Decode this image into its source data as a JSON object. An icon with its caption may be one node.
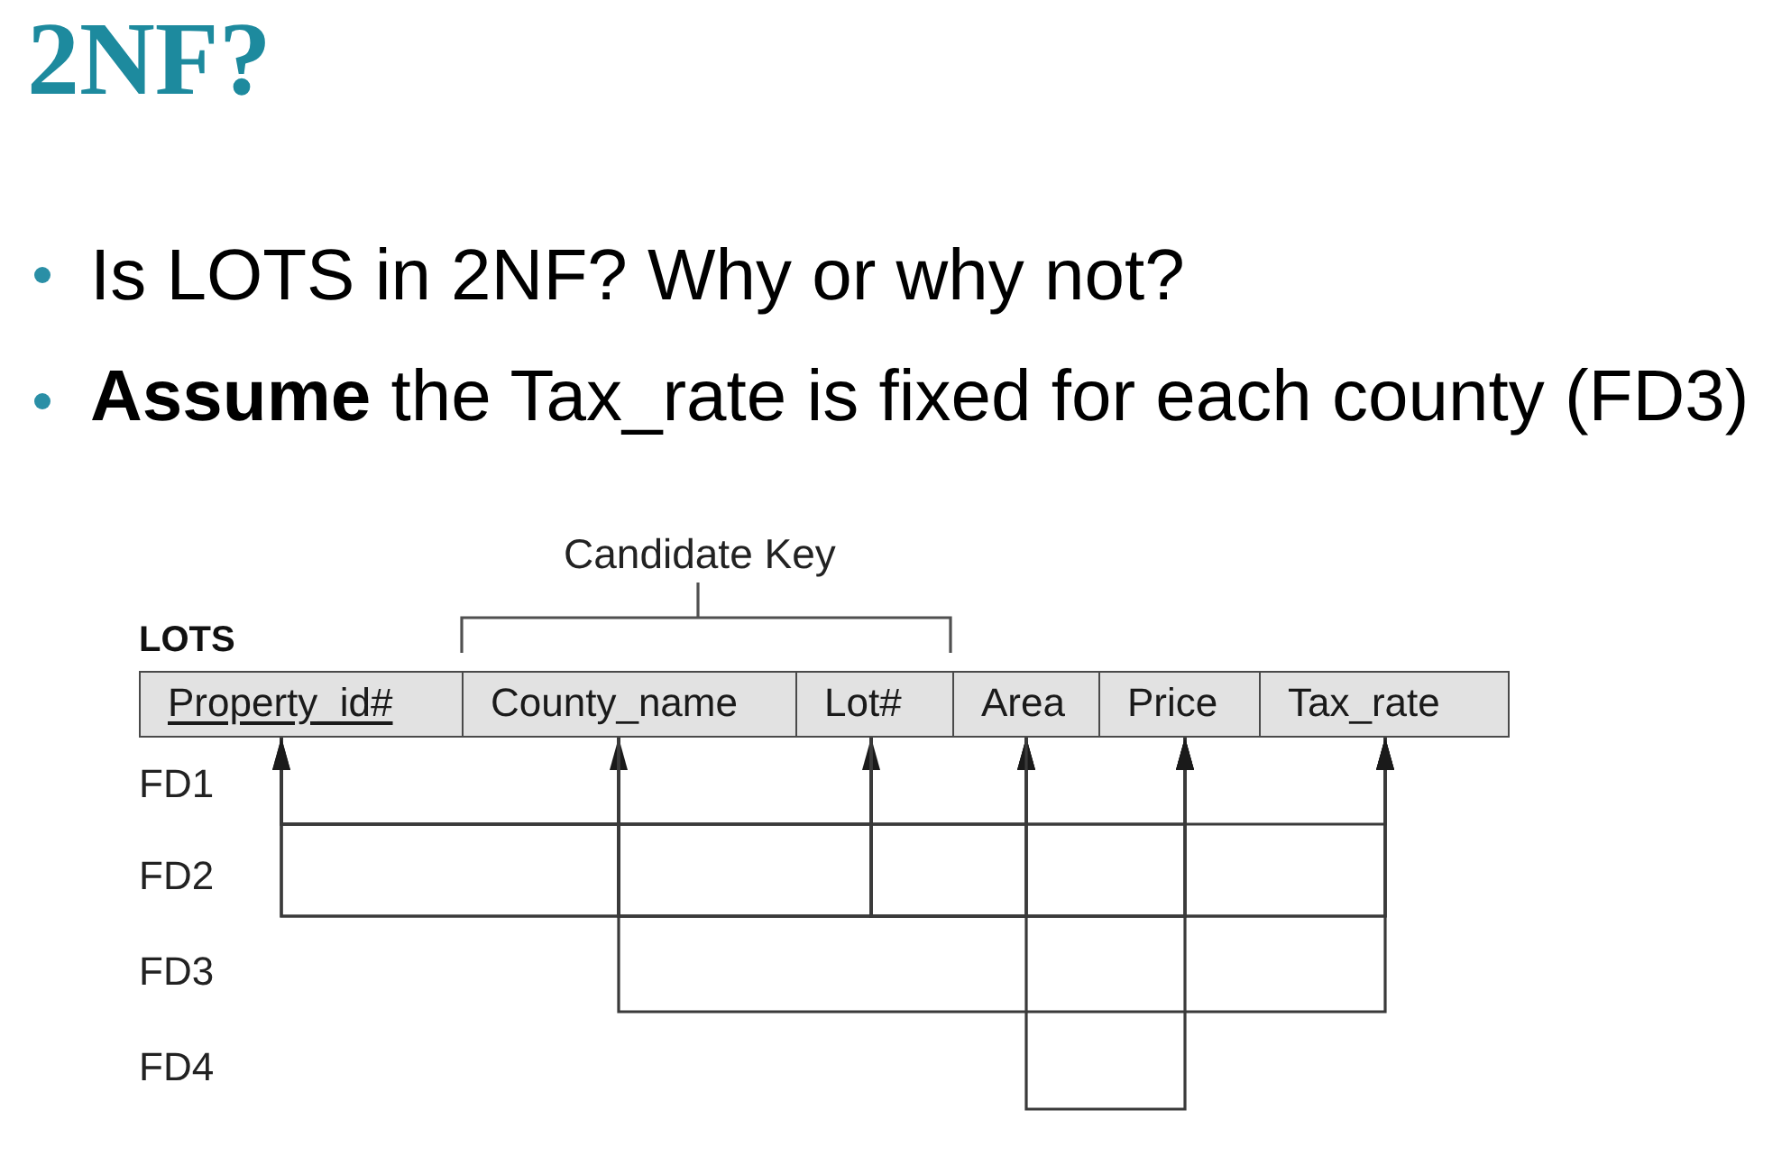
{
  "diagram": {
    "title": "2NF?",
    "nodes": [
      {
        "text": [
          "Property_id#"
        ]
      },
      {
        "text": [
          "County_name"
        ]
      },
      {
        "text": [
          "Lot#"
        ]
      },
      {
        "text": [
          "Area"
        ]
      },
      {
        "text": [
          "Price"
        ]
      },
      {
        "text": [
          "Tax_rate"
        ]
      }
    ],
    "edges": [
      {
        "from": 0,
        "to": 1,
        "arrow": "to"
      },
      {
        "from": 0,
        "to": 2,
        "arrow": "to"
      },
      {
        "from": 0,
        "to": 3,
        "arrow": "to"
      },
      {
        "from": 0,
        "to": 4,
        "arrow": "to"
      },
      {
        "from": 0,
        "to": 5,
        "arrow": "to"
      },
      {
        "from": 1,
        "to": 0,
        "arrow": "to"
      },
      {
        "from": 1,
        "to": 3,
        "arrow": "to"
      },
      {
        "from": 1,
        "to": 4,
        "arrow": "to"
      },
      {
        "from": 1,
        "to": 5,
        "arrow": "to"
      },
      {
        "from": 2,
        "to": 0,
        "arrow": "to"
      },
      {
        "from": 2,
        "to": 3,
        "arrow": "to"
      },
      {
        "from": 2,
        "to": 4,
        "arrow": "to"
      },
      {
        "from": 2,
        "to": 5,
        "arrow": "to"
      },
      {
        "from": 1,
        "to": 5,
        "arrow": "to"
      },
      {
        "from": 3,
        "to": 4,
        "arrow": "to"
      }
    ],
    "labels": [
      "Is LOTS in 2NF? Why or why not?",
      "**Assume** the Tax_rate is fixed for each county (FD3)",
      "Candidate Key",
      "LOTS",
      "FD1",
      "FD2",
      "FD3",
      "FD4"
    ]
  }
}
